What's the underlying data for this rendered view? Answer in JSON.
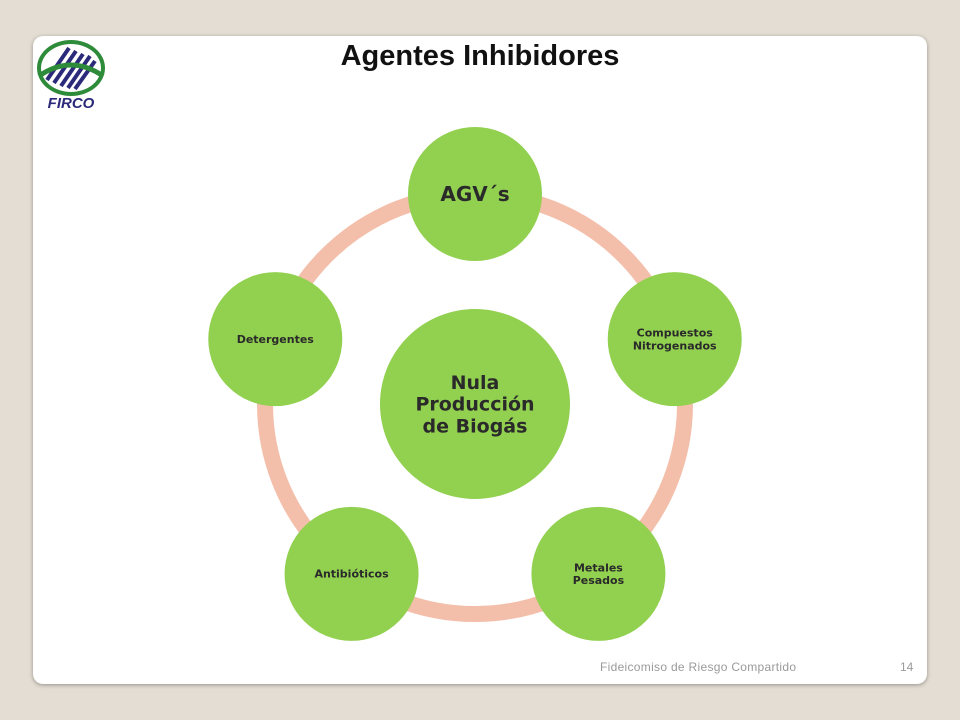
{
  "title": "Agentes Inhibidores",
  "logo": {
    "text": "FIRCO",
    "colors": [
      "#2b2a7a",
      "#2e8b3a"
    ]
  },
  "diagram": {
    "center": {
      "lines": [
        "Nula",
        "Producción",
        "de Biogás"
      ]
    },
    "nodes": [
      {
        "id": "agvs",
        "lines": [
          "AGV´s"
        ]
      },
      {
        "id": "compuestos",
        "lines": [
          "Compuestos",
          "Nitrogenados"
        ]
      },
      {
        "id": "metales",
        "lines": [
          "Metales",
          "Pesados"
        ]
      },
      {
        "id": "antibioticos",
        "lines": [
          "Antibióticos"
        ]
      },
      {
        "id": "detergentes",
        "lines": [
          "Detergentes"
        ]
      }
    ],
    "colors": {
      "node_fill": "#92d050",
      "ring": "#f4bfaa",
      "text": "#2a2a2a"
    }
  },
  "footer": {
    "text": "Fideicomiso de Riesgo Compartido",
    "page": "14"
  }
}
